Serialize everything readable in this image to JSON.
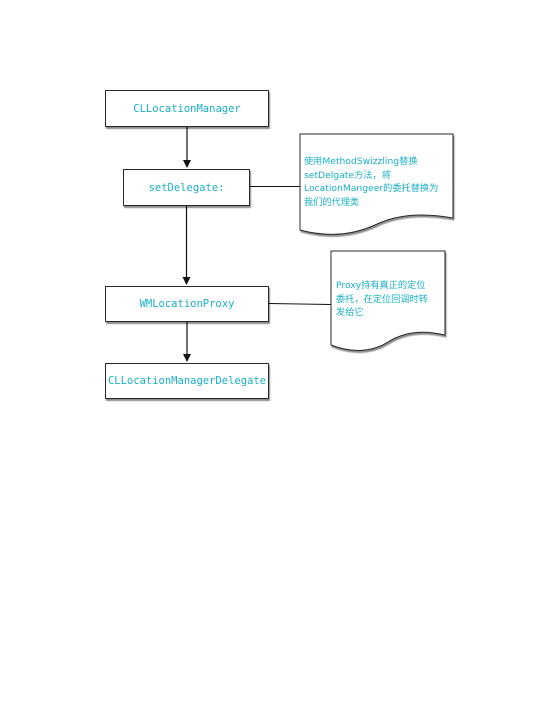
{
  "diagram": {
    "nodes": {
      "location_manager": "CLLocationManager",
      "set_delegate": "setDelegate:",
      "proxy": "WMLocationProxy",
      "manager_delegate": "CLLocationManagerDelegate"
    },
    "notes": {
      "swizzle_note": [
        "使用MethodSwizzling替换",
        "setDelgate方法，将",
        "LocationMangeer的委托替换为",
        "我们的代理类"
      ],
      "proxy_note": [
        "Proxy持有真正的定位",
        "委托，在定位回调时转",
        "发给它"
      ]
    },
    "colors": {
      "text_accent": "#1ab0c8",
      "stroke": "#2a2a2a",
      "background": "#ffffff"
    }
  }
}
